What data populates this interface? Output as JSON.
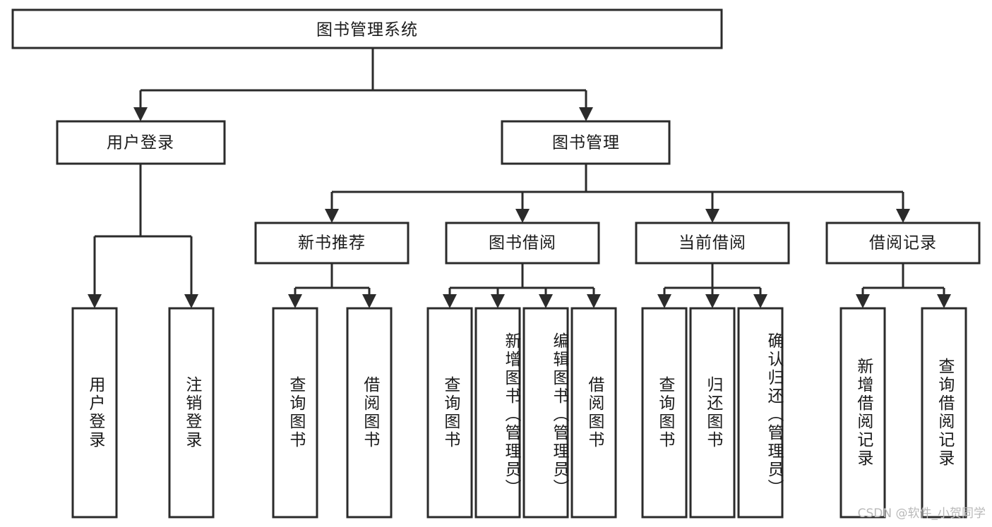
{
  "diagram": {
    "title": "图书管理系统",
    "type": "tree",
    "watermark": "CSDN @软件_小贺同学",
    "colors": {
      "stroke": "#2b2b2b",
      "box_fill": "#ffffff",
      "text": "#1a1a1a",
      "background": "#ffffff",
      "watermark": "#b9b9b9"
    },
    "levels": {
      "root": {
        "label": "图书管理系统"
      },
      "level2": [
        {
          "id": "user-login",
          "label": "用户登录"
        },
        {
          "id": "book-management",
          "label": "图书管理"
        }
      ],
      "level3": [
        {
          "id": "new-book-recommend",
          "label": "新书推荐"
        },
        {
          "id": "book-borrow",
          "label": "图书借阅"
        },
        {
          "id": "current-borrow",
          "label": "当前借阅"
        },
        {
          "id": "borrow-record",
          "label": "借阅记录"
        }
      ],
      "leaves": {
        "user-login": [
          {
            "id": "leaf-user-login",
            "label": "用户登录"
          },
          {
            "id": "leaf-logout",
            "label": "注销登录"
          }
        ],
        "new-book-recommend": [
          {
            "id": "leaf-query-book-1",
            "label": "查询图书"
          },
          {
            "id": "leaf-borrow-book-1",
            "label": "借阅图书"
          }
        ],
        "book-borrow": [
          {
            "id": "leaf-query-book-2",
            "label": "查询图书"
          },
          {
            "id": "leaf-add-book",
            "label": "新增图书（管理员）"
          },
          {
            "id": "leaf-edit-book",
            "label": "编辑图书（管理员）"
          },
          {
            "id": "leaf-borrow-book-2",
            "label": "借阅图书"
          }
        ],
        "current-borrow": [
          {
            "id": "leaf-query-book-3",
            "label": "查询图书"
          },
          {
            "id": "leaf-return-book",
            "label": "归还图书"
          },
          {
            "id": "leaf-confirm-return",
            "label": "确认归还（管理员）"
          }
        ],
        "borrow-record": [
          {
            "id": "leaf-add-record",
            "label": "新增借阅记录"
          },
          {
            "id": "leaf-query-record",
            "label": "查询借阅记录"
          }
        ]
      }
    }
  }
}
